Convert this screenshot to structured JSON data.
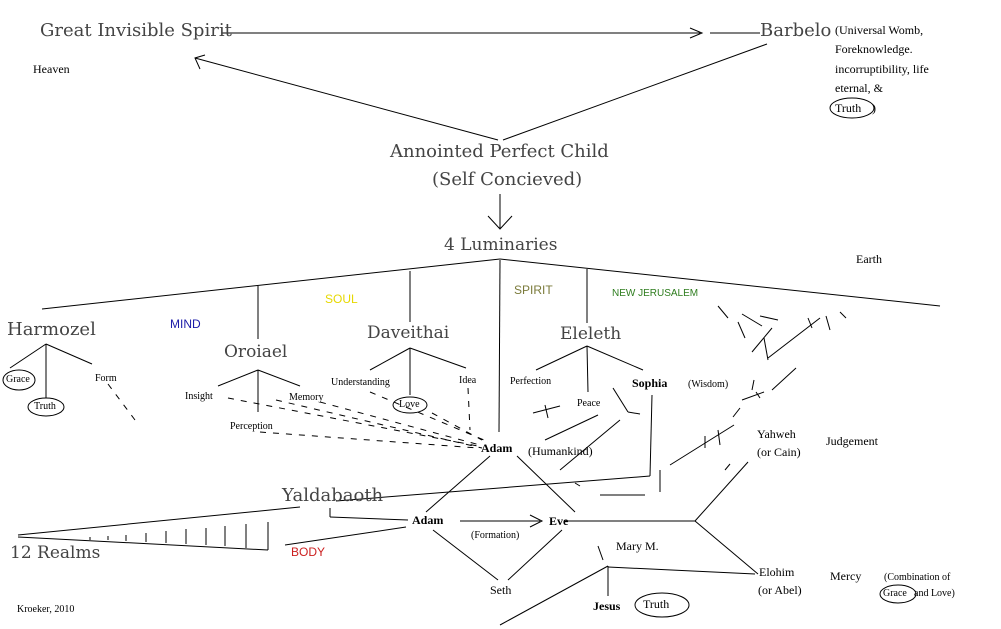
{
  "diagram": {
    "colors": {
      "mind": "#1a1aa8",
      "soul": "#e6d800",
      "spirit": "#7a7a3a",
      "new_jerusalem": "#2e7d1e",
      "body": "#cc2020",
      "line": "#000000"
    },
    "labels": {
      "great_invisible_spirit": "Great Invisible Spirit",
      "barbelo": "Barbelo",
      "heaven": "Heaven",
      "barbelo_attrs": [
        "(Universal Womb,",
        "Foreknowledge.",
        "incorruptibility, life",
        "eternal, &"
      ],
      "barbelo_truth": "Truth",
      "barbelo_close": ")",
      "annointed_child": "Annointed Perfect Child",
      "self_concieved": "(Self Concieved)",
      "luminaries": "4 Luminaries",
      "earth": "Earth",
      "harmozel": "Harmozel",
      "grace": "Grace",
      "truth": "Truth",
      "form": "Form",
      "mind": "MIND",
      "oroiael": "Oroiael",
      "insight": "Insight",
      "memory": "Memory",
      "perception": "Perception",
      "soul": "SOUL",
      "daveithai": "Daveithai",
      "understanding": "Understanding",
      "idea": "Idea",
      "love": "Love",
      "spirit": "SPIRIT",
      "new_jerusalem": "NEW JERUSALEM",
      "eleleth": "Eleleth",
      "perfection": "Perfection",
      "peace": "Peace",
      "sophia": "Sophia",
      "wisdom": "(Wisdom)",
      "adam_top": "Adam",
      "humankind": "(Humankind)",
      "yahweh": "Yahweh",
      "or_cain": "(or Cain)",
      "judgement": "Judgement",
      "yaldabaoth": "Yaldabaoth",
      "realms": "12 Realms",
      "body": "BODY",
      "adam_mid": "Adam",
      "formation": "(Formation)",
      "eve": "Eve",
      "mary": "Mary M.",
      "seth": "Seth",
      "jesus": "Jesus",
      "jesus_truth": "Truth",
      "elohim": "Elohim",
      "or_abel": "(or Abel)",
      "mercy": "Mercy",
      "combination_open": "(Combination of",
      "combination_grace": "Grace",
      "combination_close": "and Love)",
      "author": "Kroeker, 2010"
    }
  }
}
